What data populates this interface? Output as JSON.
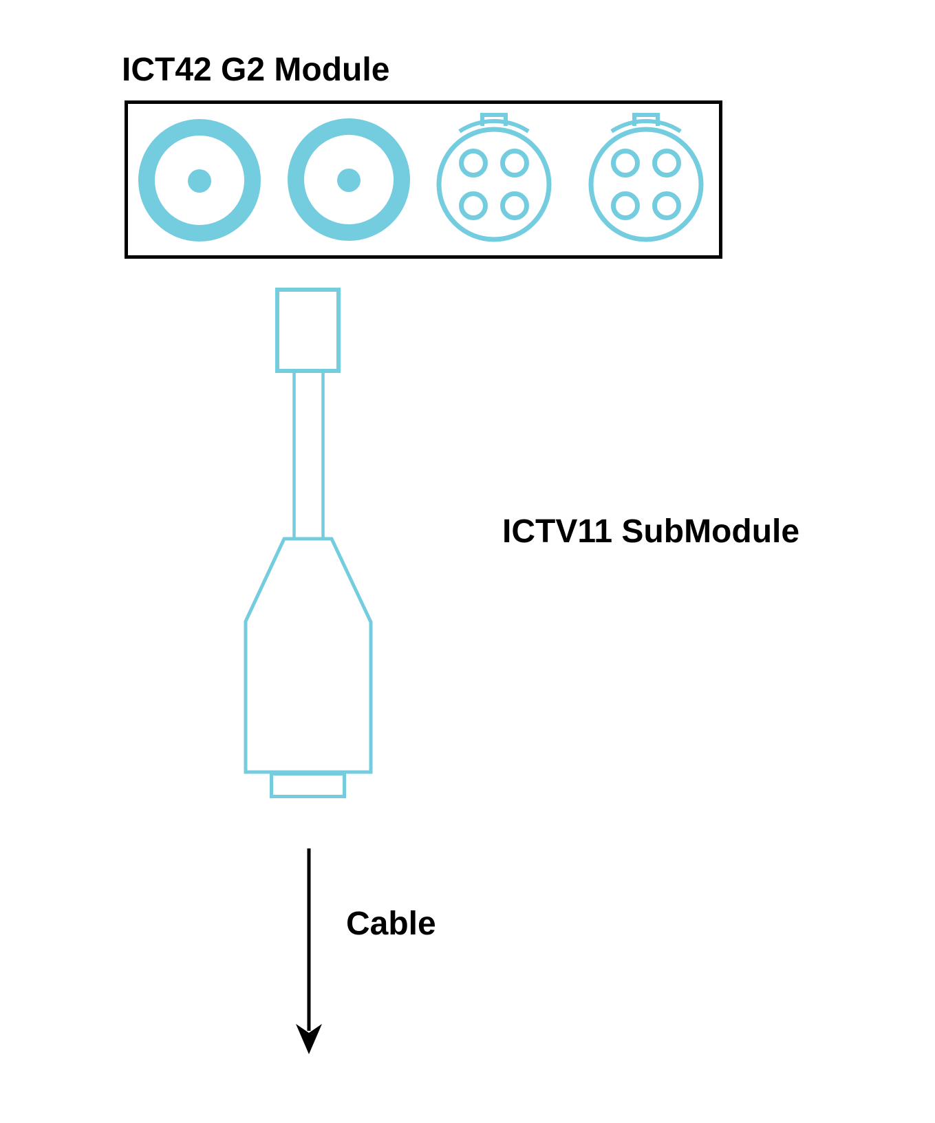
{
  "labels": {
    "module_title": "ICT42 G2 Module",
    "submodule": "ICTV11 SubModule",
    "cable": "Cable"
  },
  "colors": {
    "accent_cyan": "#74CCDF",
    "line_black": "#000000",
    "background_white": "#FFFFFF"
  },
  "panel": {
    "connectors": [
      {
        "icon": "coax-socket-icon",
        "style": "filled-ring-with-center-pin"
      },
      {
        "icon": "coax-socket-icon",
        "style": "filled-ring-with-center-pin"
      },
      {
        "icon": "four-pin-socket-icon",
        "pins": 4,
        "keyway": "top-tab"
      },
      {
        "icon": "four-pin-socket-icon",
        "pins": 4,
        "keyway": "top-tab"
      }
    ]
  }
}
